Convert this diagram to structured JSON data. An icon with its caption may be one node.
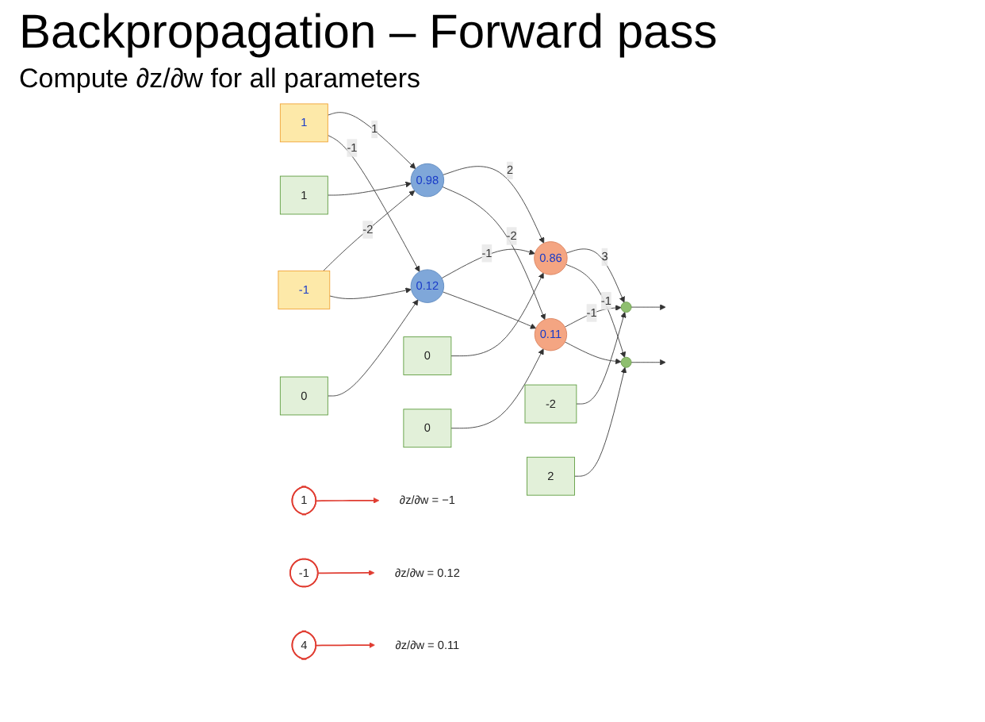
{
  "diagram": {
    "title": "Backpropagation – Forward pass",
    "nodes": [
      {
        "text": [
          "1"
        ]
      },
      {
        "text": [
          "-1"
        ]
      },
      {
        "text": [
          "0.98"
        ]
      },
      {
        "text": [
          "1"
        ]
      },
      {
        "text": [
          "0.12"
        ]
      },
      {
        "text": [
          "0"
        ]
      },
      {
        "text": [
          "0.86"
        ]
      },
      {
        "text": [
          "0"
        ]
      },
      {
        "text": [
          "0.11"
        ]
      },
      {
        "text": [
          "0"
        ]
      },
      {
        "text": [],
        "shape": "circle"
      },
      {
        "text": [
          "-2"
        ]
      },
      {
        "text": [],
        "shape": "circle"
      },
      {
        "text": [
          "2"
        ]
      },
      {
        "text": [
          "1"
        ]
      },
      {
        "text": [
          "-1"
        ]
      },
      {
        "text": [
          "4"
        ]
      },
      {
        "text": [
          "∂z/∂w = −1"
        ]
      },
      {
        "text": [
          "∂z/∂w = 0.12"
        ]
      },
      {
        "text": [
          "∂z/∂w = 0.11"
        ]
      }
    ],
    "edges": [
      {
        "from": 0,
        "to": 2,
        "arrow": "to",
        "label": "1"
      },
      {
        "from": 0,
        "to": 4,
        "arrow": "to",
        "label": "-1"
      },
      {
        "from": 1,
        "to": 2,
        "arrow": "to",
        "label": "-2"
      },
      {
        "from": 1,
        "to": 4,
        "arrow": "to"
      },
      {
        "from": 3,
        "to": 2,
        "arrow": "to"
      },
      {
        "from": 5,
        "to": 4,
        "arrow": "to"
      },
      {
        "from": 2,
        "to": 6,
        "arrow": "to",
        "label": "2"
      },
      {
        "from": 2,
        "to": 8,
        "arrow": "to",
        "label": "-2"
      },
      {
        "from": 4,
        "to": 6,
        "arrow": "to",
        "label": "-1"
      },
      {
        "from": 4,
        "to": 8,
        "arrow": "to"
      },
      {
        "from": 7,
        "to": 6,
        "arrow": "to"
      },
      {
        "from": 9,
        "to": 8,
        "arrow": "to"
      },
      {
        "from": 6,
        "to": 10,
        "arrow": "to",
        "label": "3"
      },
      {
        "from": 6,
        "to": 12,
        "arrow": "to",
        "label": "-1"
      },
      {
        "from": 8,
        "to": 10,
        "arrow": "to",
        "label": "-1"
      },
      {
        "from": 8,
        "to": 12,
        "arrow": "to"
      },
      {
        "from": 11,
        "to": 10,
        "arrow": "to"
      },
      {
        "from": 13,
        "to": 12,
        "arrow": "to"
      },
      {
        "from": 10,
        "to": null,
        "arrow": "to"
      },
      {
        "from": 12,
        "to": null,
        "arrow": "to"
      },
      {
        "from": 14,
        "to": 17,
        "arrow": "to",
        "color": "#e03c31"
      },
      {
        "from": 15,
        "to": 18,
        "arrow": "to",
        "color": "#e03c31"
      },
      {
        "from": 16,
        "to": 19,
        "arrow": "to",
        "color": "#e03c31"
      }
    ],
    "labels": [
      "Compute ∂z/∂w for all parameters"
    ]
  }
}
